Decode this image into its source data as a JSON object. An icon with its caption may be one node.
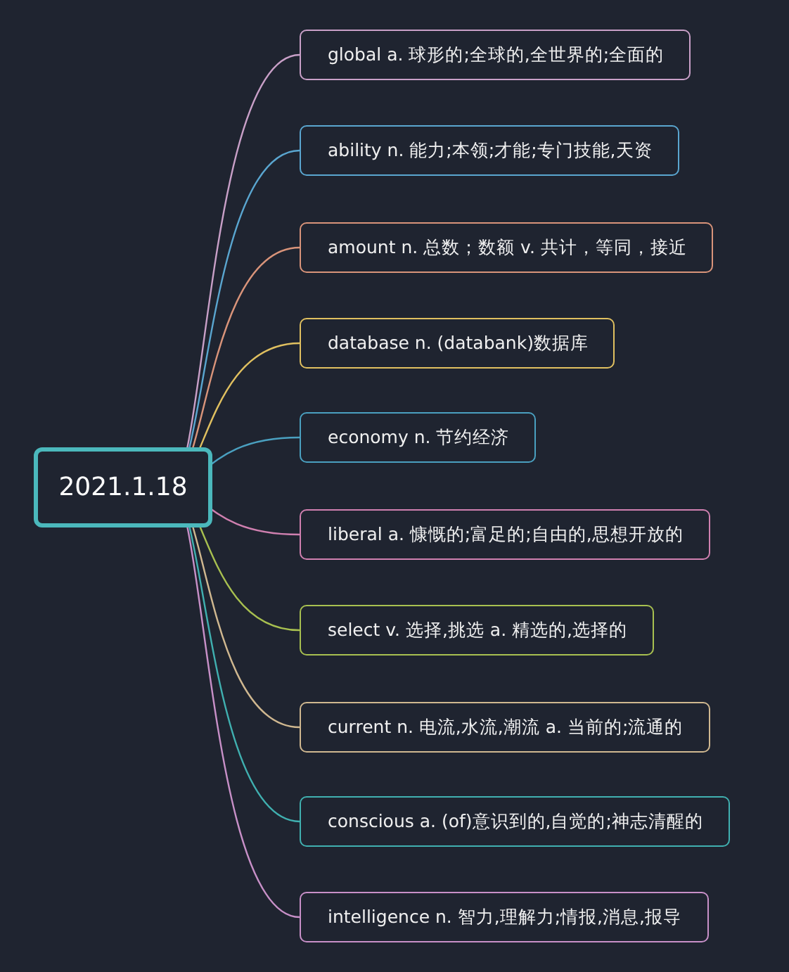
{
  "diagram": {
    "nodes": [
      {
        "text": [
          "2021.1.18"
        ]
      },
      {
        "text": [
          "global a. 球形的;全球的,全世界的;全面的"
        ]
      },
      {
        "text": [
          "ability n. 能力;本领;才能;专门技能,天资"
        ]
      },
      {
        "text": [
          "amount n. 总数；数额 v. 共计，等同，接近"
        ]
      },
      {
        "text": [
          "database n. (databank)数据库"
        ]
      },
      {
        "text": [
          "economy n. 节约经济"
        ]
      },
      {
        "text": [
          "liberal a. 慷慨的;富足的;自由的,思想开放的"
        ]
      },
      {
        "text": [
          "select v. 选择,挑选 a. 精选的,选择的"
        ]
      },
      {
        "text": [
          "current n. 电流,水流,潮流 a. 当前的;流通的"
        ]
      },
      {
        "text": [
          "conscious a. (of)意识到的,自觉的;神志清醒的"
        ]
      },
      {
        "text": [
          "intelligence n. 智力,理解力;情报,消息,报导"
        ]
      }
    ],
    "edges": [
      {
        "from": 0,
        "to": 1,
        "arrow": "none",
        "color": "#c9a0c8"
      },
      {
        "from": 0,
        "to": 2,
        "arrow": "none",
        "color": "#5aa6d0"
      },
      {
        "from": 0,
        "to": 3,
        "arrow": "none",
        "color": "#d9947a"
      },
      {
        "from": 0,
        "to": 4,
        "arrow": "none",
        "color": "#e0c060"
      },
      {
        "from": 0,
        "to": 5,
        "arrow": "none",
        "color": "#4aa0c0"
      },
      {
        "from": 0,
        "to": 6,
        "arrow": "none",
        "color": "#d080b0"
      },
      {
        "from": 0,
        "to": 7,
        "arrow": "none",
        "color": "#a8c050"
      },
      {
        "from": 0,
        "to": 8,
        "arrow": "none",
        "color": "#d0b890"
      },
      {
        "from": 0,
        "to": 9,
        "arrow": "none",
        "color": "#40b0b0"
      },
      {
        "from": 0,
        "to": 10,
        "arrow": "none",
        "color": "#c890c8"
      }
    ]
  }
}
